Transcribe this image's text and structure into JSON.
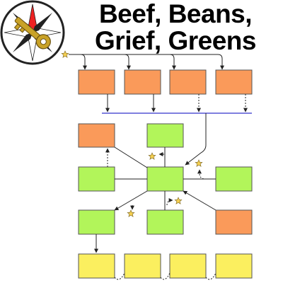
{
  "title": {
    "line1": "Beef, Beans,",
    "line2": "Grief, Greens"
  },
  "colors": {
    "orange": "#fa9a5a",
    "green": "#b2f55a",
    "yellow": "#fbef5f",
    "star": "#f5cf4f",
    "bus_line": "#3333cc",
    "box_stroke": "#555555",
    "logo_red": "#ee2222",
    "logo_gold": "#c9a227"
  },
  "logo": {
    "icon": "compass-star-key-icon"
  },
  "diagram": {
    "top_row": [
      "orange",
      "orange",
      "orange",
      "orange"
    ],
    "grid_rows": [
      [
        "orange",
        "green",
        null
      ],
      [
        "green",
        "green",
        "green"
      ],
      [
        "green",
        "green",
        "orange"
      ]
    ],
    "bottom_row": [
      "yellow",
      "yellow",
      "yellow",
      "yellow"
    ],
    "star_icon": "star-icon"
  }
}
